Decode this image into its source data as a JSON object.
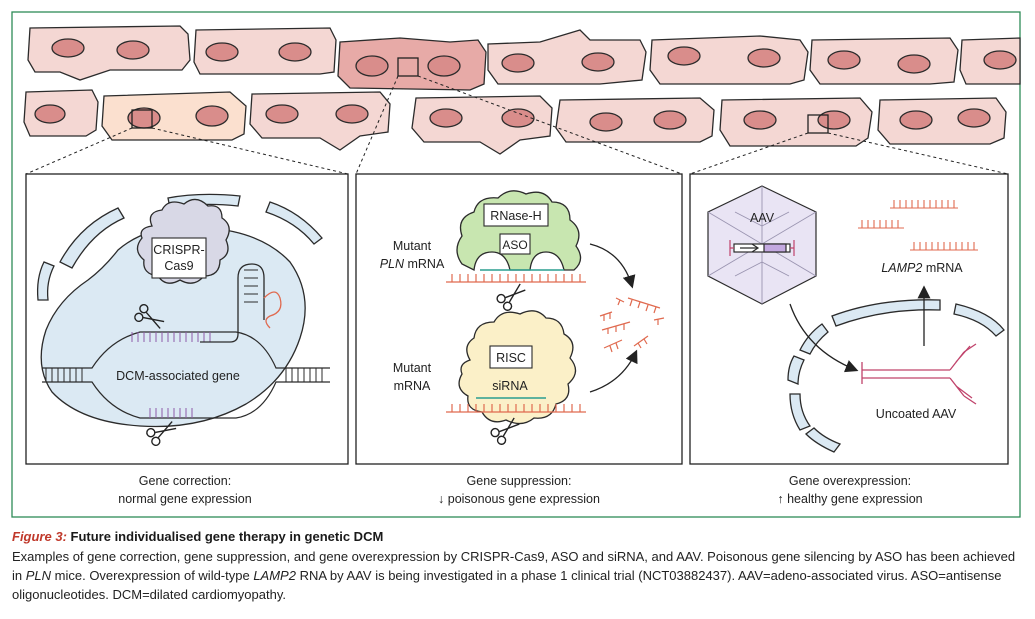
{
  "colors": {
    "frame": "#2e8b57",
    "cell_fill": "#f4d7d3",
    "cell_highlight": "#e7aaa7",
    "cell_highlight2": "#fbe0cf",
    "nucleus": "#d98d8b",
    "membrane_fill": "#dbe9f3",
    "membrane_stroke": "#2b2b2b",
    "rna_red": "#e06a4f",
    "dna_purple": "#8e5aa8",
    "protein_grey": "#d8d8e6",
    "rnaseh_green": "#c8e6b0",
    "risc_yellow": "#fbf0c8",
    "sirna_teal": "#2a9d8f",
    "aav_lilac": "#e9e4f4",
    "aav_dna_pink": "#c0436b"
  },
  "panels": {
    "left": {
      "protein_label_line1": "CRISPR-",
      "protein_label_line2": "Cas9",
      "gene_label": "DCM-associated gene",
      "caption_line1": "Gene correction:",
      "caption_line2": "normal gene expression",
      "icons": [
        "scissors-icon"
      ]
    },
    "middle": {
      "rnaseh_label": "RNase-H",
      "aso_label": "ASO",
      "mrna1_line1": "Mutant",
      "mrna1_line2_italic": "PLN",
      "mrna1_line2_rest": " mRNA",
      "risc_label": "RISC",
      "sirna_label": "siRNA",
      "mrna2_line1": "Mutant",
      "mrna2_line2": "mRNA",
      "caption_line1": "Gene suppression:",
      "caption_line2": "↓ poisonous gene expression",
      "icons": [
        "scissors-icon",
        "arrow-icon"
      ]
    },
    "right": {
      "aav_label": "AAV",
      "mrna_label_italic": "LAMP2",
      "mrna_label_rest": " mRNA",
      "uncoated_label": "Uncoated AAV",
      "caption_line1": "Gene overexpression:",
      "caption_line2": "↑ healthy gene expression",
      "icons": [
        "arrow-icon"
      ]
    }
  },
  "caption": {
    "figure_number": "Figure 3:",
    "title": " Future individualised gene therapy in genetic DCM",
    "body_part1": "Examples of gene correction, gene suppression, and gene overexpression by CRISPR-Cas9, ASO and siRNA, and AAV. Poisonous gene silencing by ASO has been achieved in ",
    "body_italic1": "PLN",
    "body_part2": " mice. Overexpression of wild-type ",
    "body_italic2": "LAMP2",
    "body_part3": " RNA by AAV is being investigated in a phase 1 clinical trial (NCT03882437). AAV=adeno-associated virus. ASO=antisense oligonucleotides. DCM=dilated cardiomyopathy."
  }
}
